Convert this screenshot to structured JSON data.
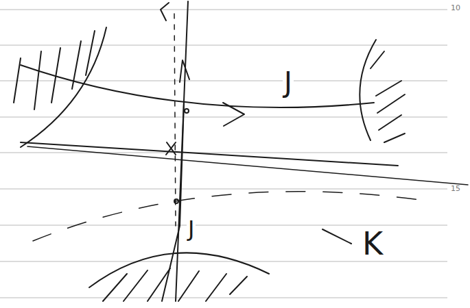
{
  "diagram": {
    "labels": [
      "10",
      "J",
      "15",
      "J",
      "K"
    ]
  }
}
